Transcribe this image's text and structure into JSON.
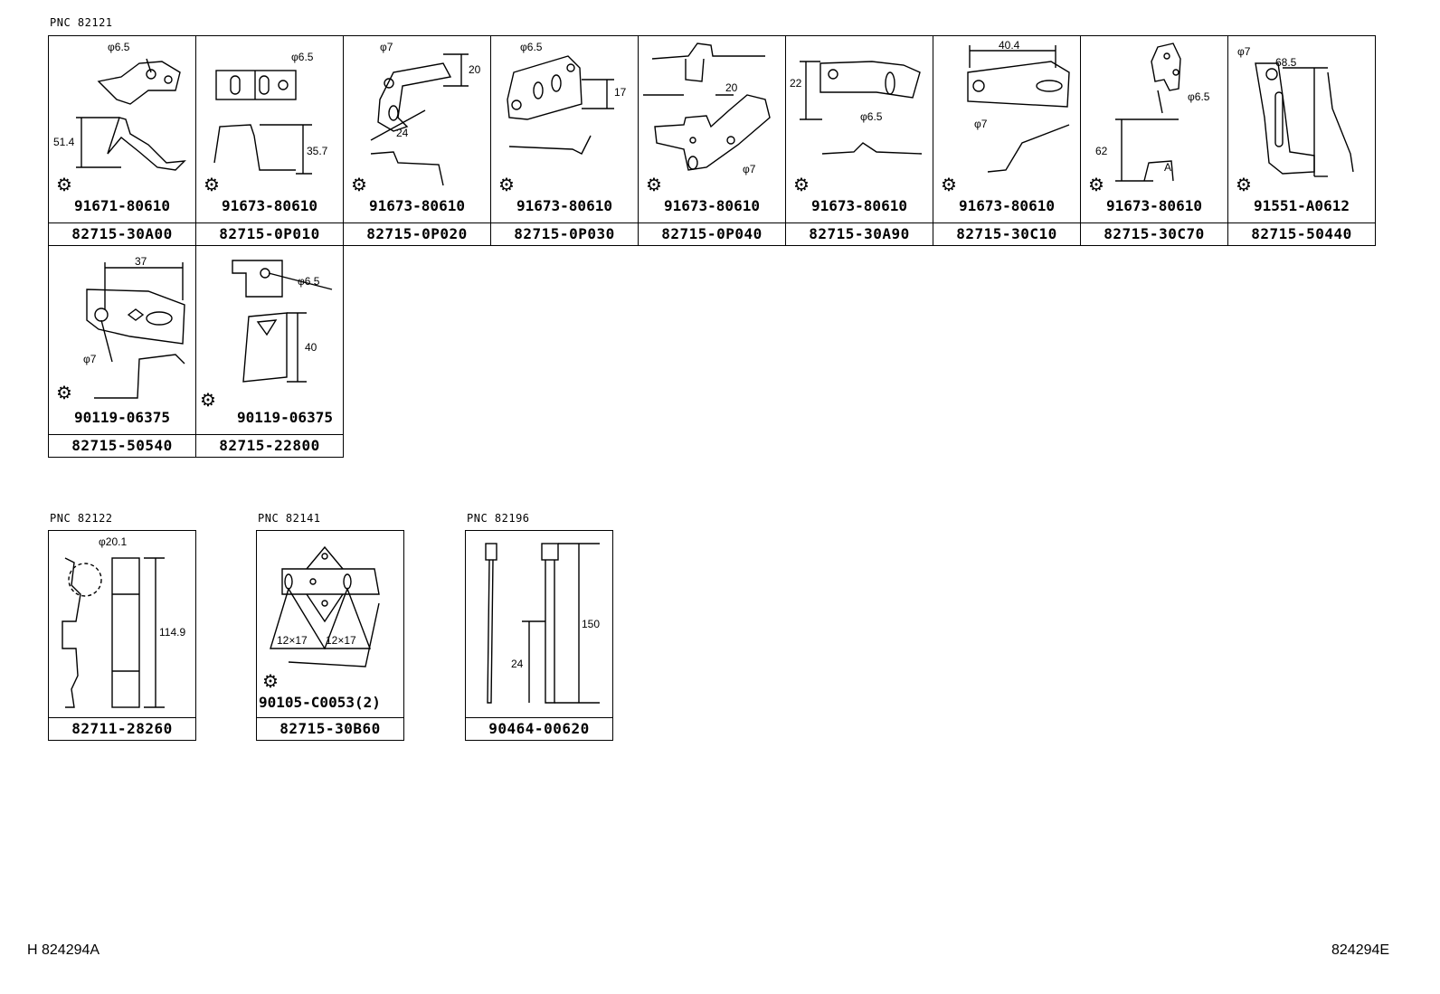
{
  "groups": [
    {
      "pnc": "PNC 82121",
      "items": [
        {
          "part": "82715-30A00",
          "bolt": "91671-80610",
          "dims": [
            "φ6.5",
            "51.4"
          ]
        },
        {
          "part": "82715-0P010",
          "bolt": "91673-80610",
          "dims": [
            "φ6.5",
            "35.7"
          ]
        },
        {
          "part": "82715-0P020",
          "bolt": "91673-80610",
          "dims": [
            "φ7",
            "20",
            "24"
          ]
        },
        {
          "part": "82715-0P030",
          "bolt": "91673-80610",
          "dims": [
            "φ6.5",
            "17"
          ]
        },
        {
          "part": "82715-0P040",
          "bolt": "91673-80610",
          "dims": [
            "20",
            "φ7"
          ]
        },
        {
          "part": "82715-30A90",
          "bolt": "91673-80610",
          "dims": [
            "22",
            "φ6.5"
          ]
        },
        {
          "part": "82715-30C10",
          "bolt": "91673-80610",
          "dims": [
            "40.4",
            "φ7"
          ]
        },
        {
          "part": "82715-30C70",
          "bolt": "91673-80610",
          "dims": [
            "φ6.5",
            "62",
            "A"
          ]
        },
        {
          "part": "82715-50440",
          "bolt": "91551-A0612",
          "dims": [
            "φ7",
            "68.5"
          ]
        },
        {
          "part": "82715-50540",
          "bolt": "90119-06375",
          "dims": [
            "37",
            "φ7"
          ]
        },
        {
          "part": "82715-22800",
          "bolt": "90119-06375",
          "dims": [
            "φ6.5",
            "40"
          ]
        }
      ]
    },
    {
      "pnc": "PNC 82122",
      "items": [
        {
          "part": "82711-28260",
          "dims": [
            "φ20.1",
            "114.9"
          ]
        }
      ]
    },
    {
      "pnc": "PNC 82141",
      "items": [
        {
          "part": "82715-30B60",
          "bolt": "90105-C0053(2)",
          "dims": [
            "12×17",
            "12×17"
          ]
        }
      ]
    },
    {
      "pnc": "PNC 82196",
      "items": [
        {
          "part": "90464-00620",
          "dims": [
            "150",
            "24"
          ]
        }
      ]
    }
  ],
  "footer": {
    "left": "H 824294A",
    "right": "824294E"
  }
}
